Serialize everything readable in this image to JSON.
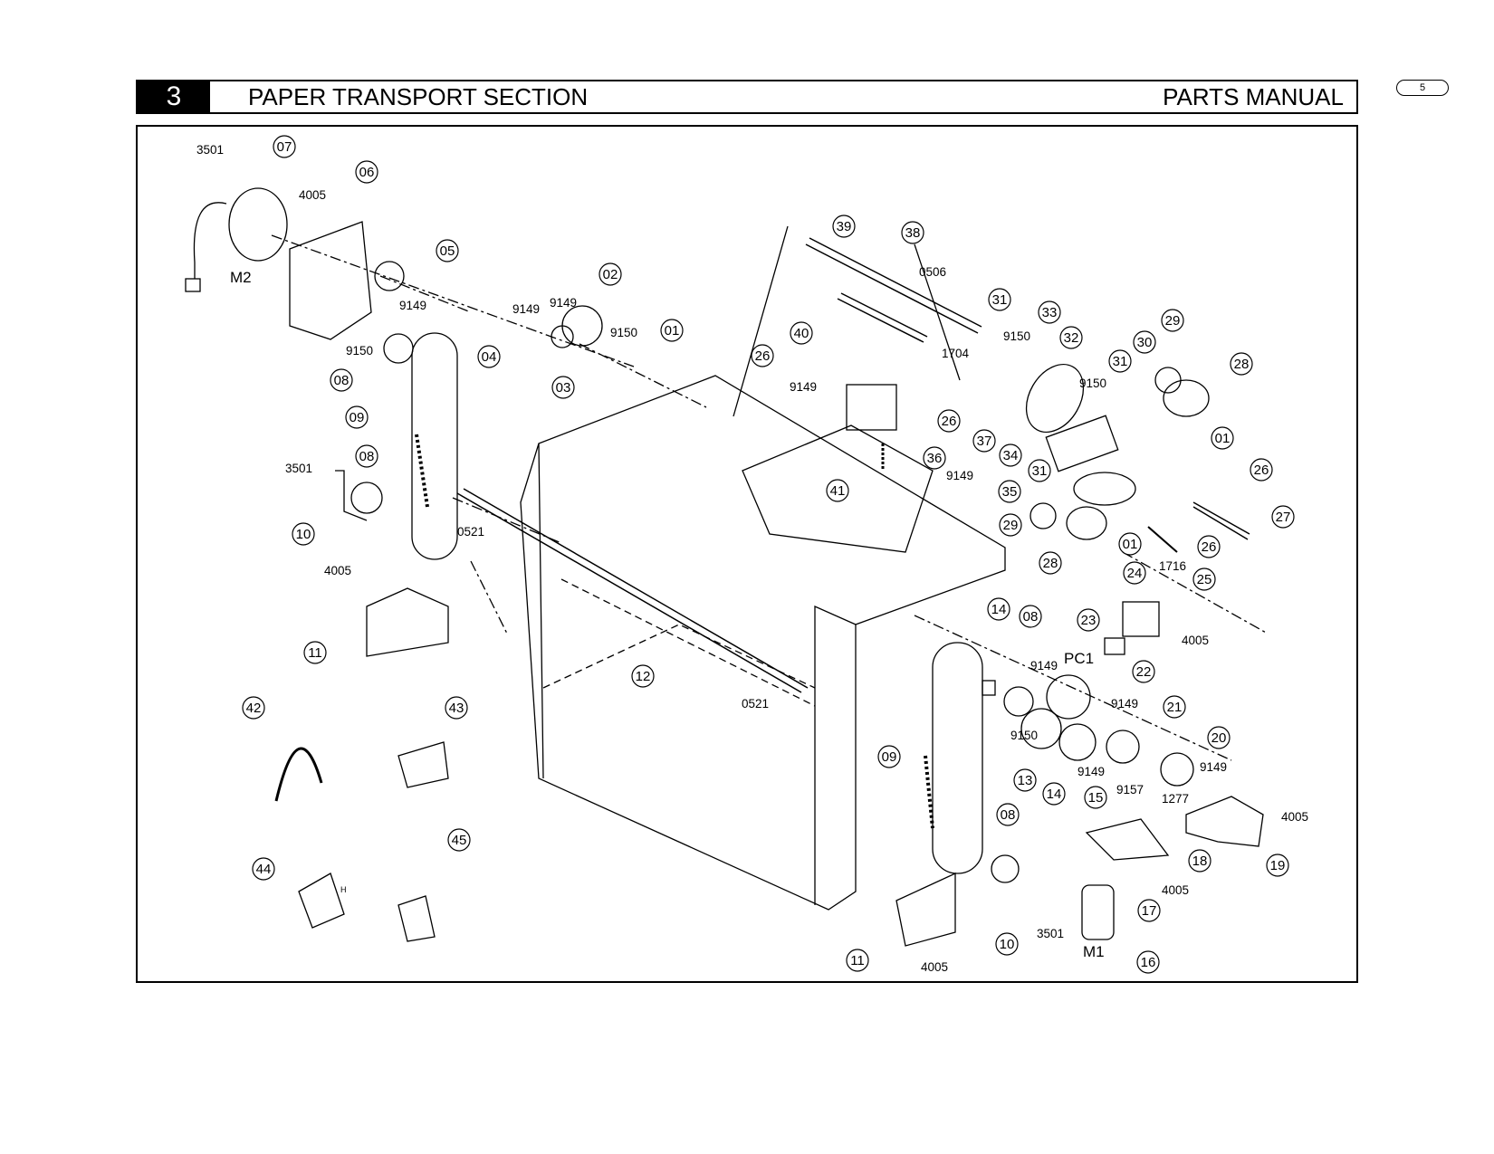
{
  "page_number": "5",
  "header": {
    "section_number": "3",
    "section_title": "PAPER TRANSPORT SECTION",
    "manual_title": "PARTS MANUAL"
  },
  "callouts": [
    "01",
    "01",
    "01",
    "02",
    "03",
    "04",
    "05",
    "06",
    "07",
    "08",
    "08",
    "08",
    "08",
    "09",
    "09",
    "10",
    "10",
    "11",
    "11",
    "12",
    "13",
    "14",
    "14",
    "15",
    "16",
    "17",
    "18",
    "19",
    "20",
    "21",
    "22",
    "23",
    "24",
    "25",
    "26",
    "26",
    "26",
    "26",
    "27",
    "28",
    "28",
    "29",
    "29",
    "30",
    "31",
    "31",
    "31",
    "32",
    "33",
    "34",
    "35",
    "36",
    "37",
    "38",
    "39",
    "40",
    "41",
    "42",
    "43",
    "44",
    "45"
  ],
  "part_codes": [
    "3501",
    "3501",
    "3501",
    "4005",
    "4005",
    "4005",
    "4005",
    "4005",
    "4005",
    "9149",
    "9149",
    "9149",
    "9149",
    "9149",
    "9149",
    "9149",
    "9149",
    "9150",
    "9150",
    "9150",
    "9150",
    "9150",
    "0506",
    "0521",
    "0521",
    "1704",
    "1716",
    "1277",
    "9157"
  ],
  "component_labels": [
    "M1",
    "M2",
    "PC1",
    "H"
  ]
}
